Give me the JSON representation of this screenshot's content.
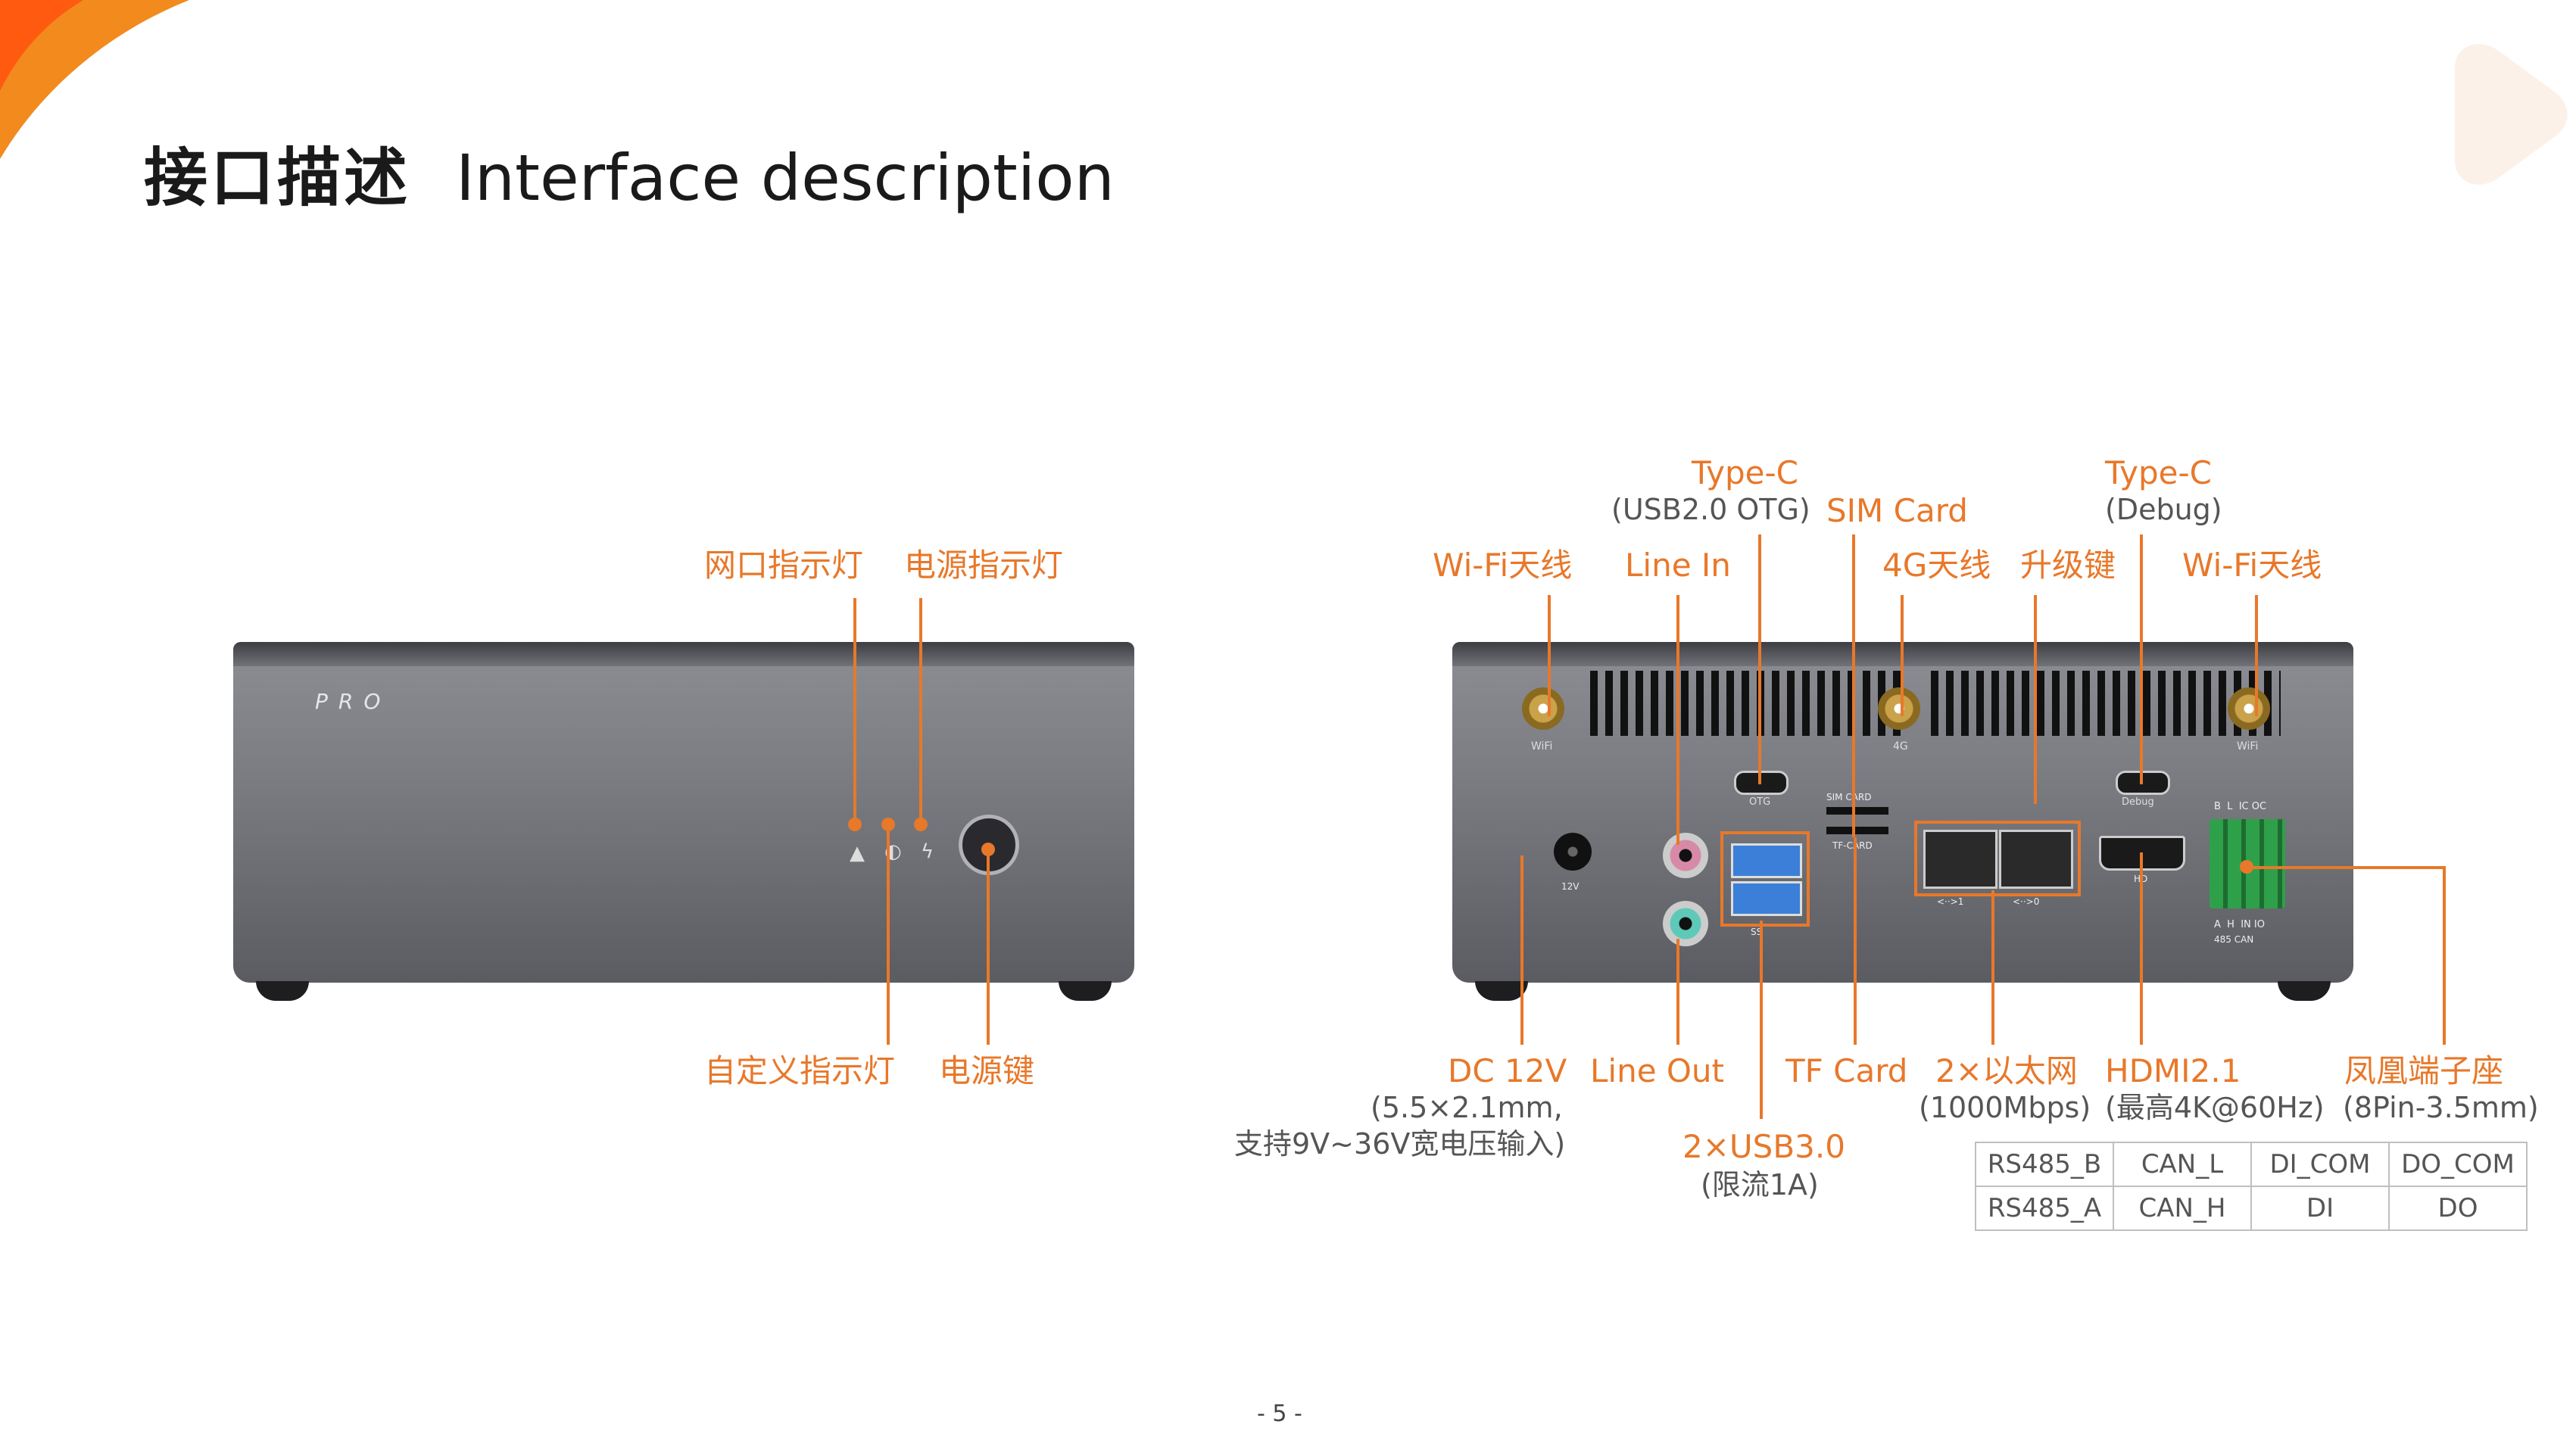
{
  "title": {
    "cn": "接口描述",
    "en": "Interface description"
  },
  "front_labels": {
    "net_led": "网口指示灯",
    "power_led": "电源指示灯",
    "custom_led": "自定义指示灯",
    "power_button": "电源键"
  },
  "front_device": {
    "brand": "PRO"
  },
  "rear_top_labels": {
    "typec_otg": "Type-C",
    "typec_otg_sub": "(USB2.0 OTG)",
    "sim_card": "SIM Card",
    "typec_debug": "Type-C",
    "typec_debug_sub": "(Debug)",
    "wifi_left": "Wi-Fi天线",
    "line_in": "Line In",
    "antenna_4g": "4G天线",
    "upgrade_key": "升级键",
    "wifi_right": "Wi-Fi天线"
  },
  "rear_bottom_labels": {
    "dc": "DC 12V",
    "dc_sub1": "(5.5×2.1mm,",
    "dc_sub2": "支持9V~36V宽电压输入)",
    "line_out": "Line Out",
    "tf_card": "TF Card",
    "ethernet": "2×以太网",
    "ethernet_sub": "(1000Mbps)",
    "hdmi": "HDMI2.1",
    "hdmi_sub": "(最高4K@60Hz)",
    "phoenix": "凤凰端子座",
    "phoenix_sub": "(8Pin-3.5mm)",
    "usb3": "2×USB3.0",
    "usb3_sub": "(限流1A)"
  },
  "rear_silk": {
    "wifi": "WiFi",
    "g4": "4G",
    "otg": "OTG",
    "debug": "Debug",
    "sim": "SIM CARD",
    "tf": "TF-CARD",
    "v12": "12V",
    "ss": "SS",
    "eth1": "<··>1",
    "eth0": "<··>0",
    "hd": "HD",
    "term_top": "B  L  IC OC",
    "term_bot": "A  H  IN IO",
    "can485": "485 CAN"
  },
  "pin_table": [
    [
      "RS485_B",
      "CAN_L",
      "DI_COM",
      "DO_COM"
    ],
    [
      "RS485_A",
      "CAN_H",
      "DI",
      "DO"
    ]
  ],
  "page_number": "- 5 -",
  "colors": {
    "accent": "#e8782a",
    "title": "#1a1a1a",
    "device": "#7a7c82"
  }
}
